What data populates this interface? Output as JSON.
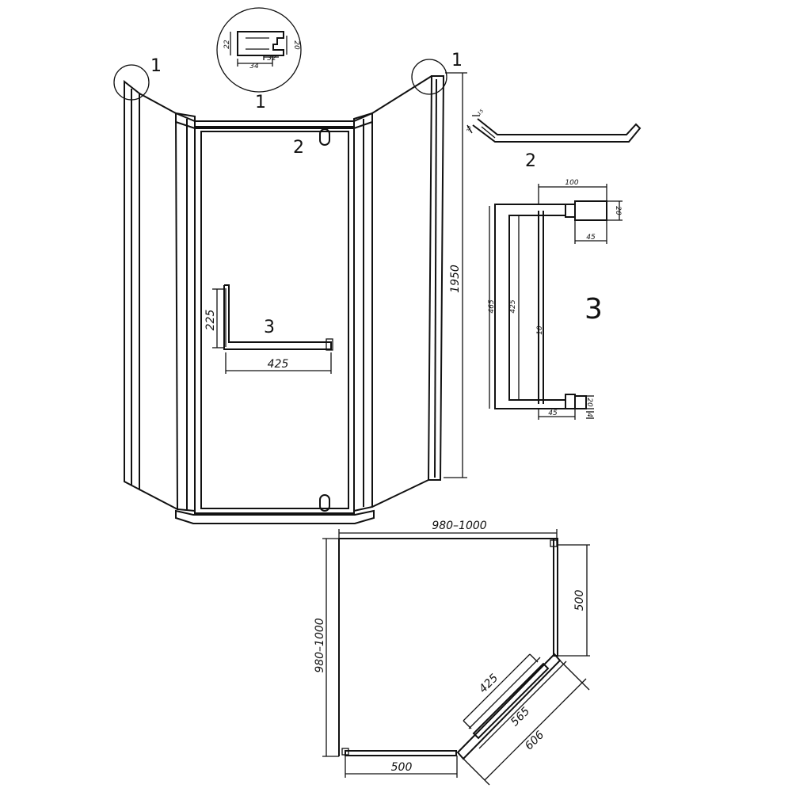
{
  "callouts": {
    "c1_left": "1",
    "c1_right": "1",
    "c1_detail": "1",
    "c2_front": "2",
    "c2_side": "2",
    "c3_front": "3",
    "c3_side": "3"
  },
  "profile_detail": {
    "d22": "22",
    "d20": "20",
    "d34": "34",
    "d32": "32"
  },
  "front_view": {
    "height": "1950",
    "handle_height": "225",
    "handle_width": "425"
  },
  "hinge_detail": {
    "d30": "30",
    "d15": "15"
  },
  "handle_detail": {
    "top_width": "100",
    "top_h": "20",
    "top_45": "45",
    "height_465": "465",
    "height_425": "425",
    "d10": "10",
    "bot_h": "20",
    "bot_45": "45",
    "bot_4": "4"
  },
  "plan_view": {
    "width": "980–1000",
    "depth": "980–1000",
    "side_500": "500",
    "bottom_500": "500",
    "door_425": "425",
    "door_565": "565",
    "door_606": "606"
  }
}
